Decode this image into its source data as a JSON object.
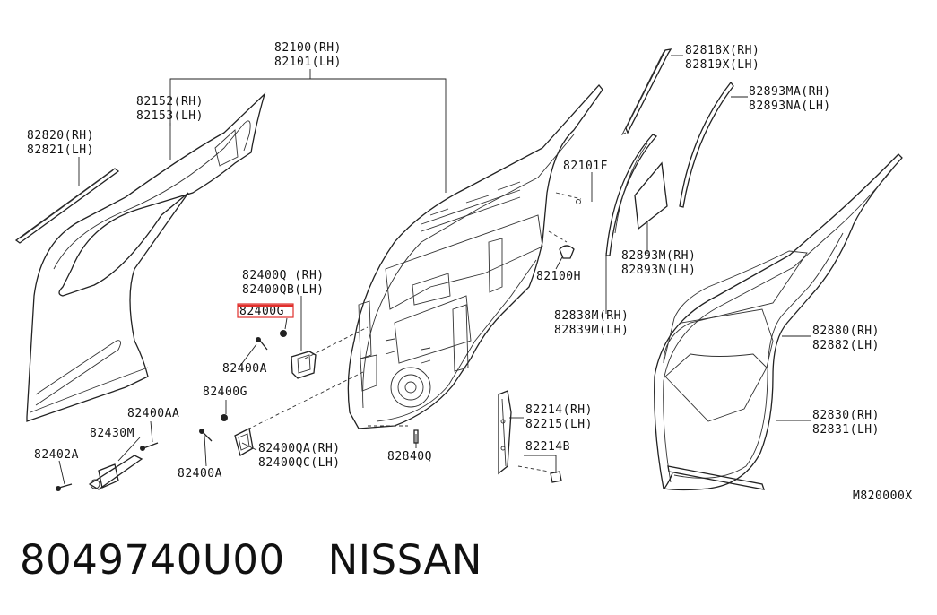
{
  "labels": {
    "l82100": "82100(RH)",
    "l82101": "82101(LH)",
    "l82152": "82152(RH)",
    "l82153": "82153(LH)",
    "l82820": "82820(RH)",
    "l82821": "82821(LH)",
    "l82818x": "82818X(RH)",
    "l82819x": "82819X(LH)",
    "l82893ma": "82893MA(RH)",
    "l82893na": "82893NA(LH)",
    "l82101f": "82101F",
    "l82893m": "82893M(RH)",
    "l82893n": "82893N(LH)",
    "l82100h": "82100H",
    "l82400q": "82400Q (RH)",
    "l82400qb": "82400QB(LH)",
    "l82400g_top": "82400G",
    "l82400a_top": "82400A",
    "l82400g": "82400G",
    "l82400aa": "82400AA",
    "l82430m": "82430M",
    "l82402a": "82402A",
    "l82400qa": "82400QA(RH)",
    "l82400qc": "82400QC(LH)",
    "l82400a_bot": "82400A",
    "l82840q": "82840Q",
    "l82838m": "82838M(RH)",
    "l82839m": "82839M(LH)",
    "l82214": "82214(RH)",
    "l82215": "82215(LH)",
    "l82214b": "82214B",
    "l82880": "82880(RH)",
    "l82882": "82882(LH)",
    "l82830": "82830(RH)",
    "l82831": "82831(LH)",
    "ref": "M820000X"
  },
  "highlight_color": "#e0302c",
  "footer": {
    "part_number": "8049740U00",
    "brand": "NISSAN"
  }
}
